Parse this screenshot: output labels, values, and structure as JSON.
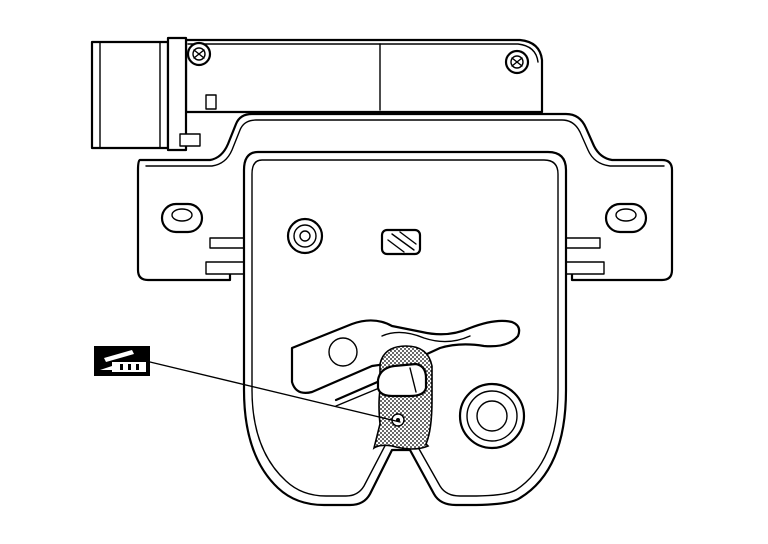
{
  "diagram": {
    "subject": "tailgate-latch-assembly",
    "colors": {
      "line": "#000000",
      "background": "#ffffff",
      "lubricant": "#9a9a9a"
    },
    "icons": [
      "multi-purpose-grease-symbol"
    ],
    "callouts": [
      {
        "name": "grease-application-callout",
        "target": "latch-pawl"
      }
    ]
  }
}
